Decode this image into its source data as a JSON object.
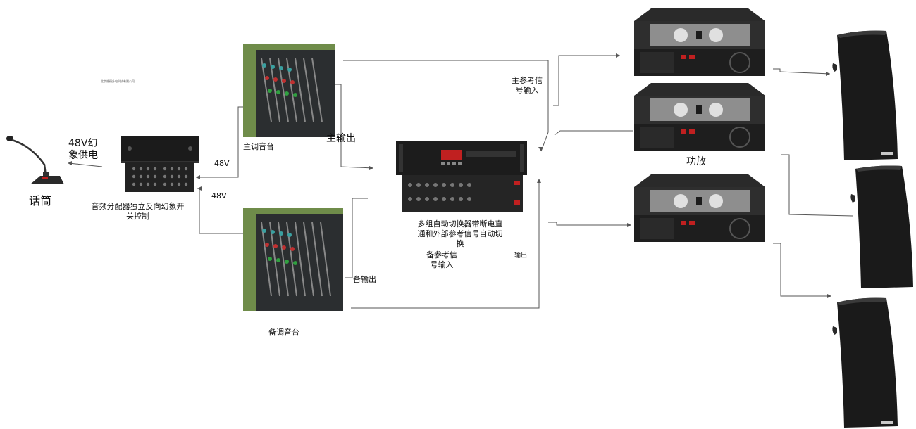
{
  "labels": {
    "microphone": "话筒",
    "phantom_power": "48V幻\n象供电",
    "splitter": "音频分配器独立反向幻象开\n关控制",
    "splitter_small_text": "北京顺德升电科技有限公司",
    "v48_top": "48V",
    "v48_bottom": "48V",
    "main_mixer": "主调音台",
    "main_output": "主输出",
    "backup_mixer": "备调音台",
    "backup_output": "备输出",
    "switcher": "多组自动切换器带断电直\n通和外部参考信号自动切\n换",
    "backup_ref_input": "备参考信\n号输入",
    "output": "输出",
    "main_ref_input": "主参考信\n号输入",
    "amplifier": "功放"
  },
  "colors": {
    "wire": "#555555",
    "device_dark": "#1c1c1c",
    "panel_silver": "#9a9a9a",
    "mixer_green_bg": "#6f8c4a"
  },
  "icons": {
    "microphone": "gooseneck-microphone-icon",
    "splitter": "audio-splitter-rack-icon",
    "mixer": "mixing-console-icon",
    "switcher": "auto-switcher-rack-icon",
    "amplifier": "power-amplifier-icon",
    "speaker": "wall-speaker-icon"
  }
}
